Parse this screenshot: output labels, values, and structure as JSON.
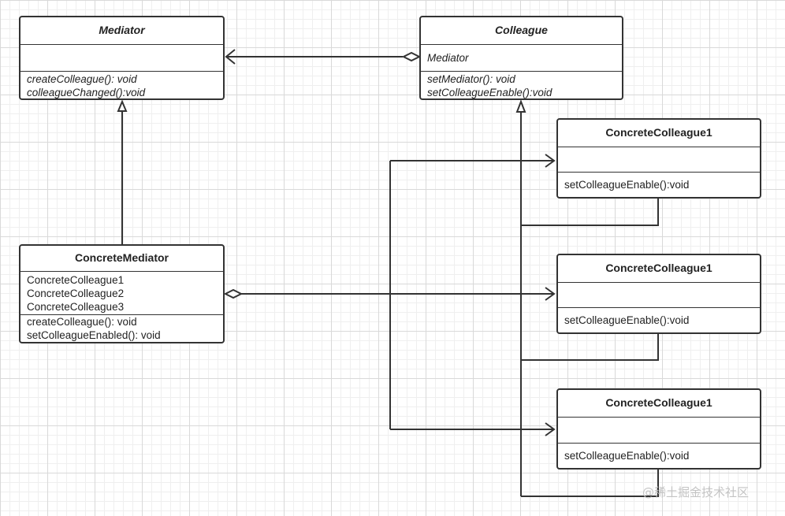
{
  "mediator": {
    "name": "Mediator",
    "attributes": [],
    "methods": [
      "createColleague():  void",
      "colleagueChanged():void"
    ]
  },
  "colleague": {
    "name": "Colleague",
    "attributes": [
      "Mediator"
    ],
    "methods": [
      "setMediator(): void",
      "setColleagueEnable():void"
    ]
  },
  "concrete_mediator": {
    "name": "ConcreteMediator",
    "attributes": [
      "ConcreteColleague1",
      "ConcreteColleague2",
      "ConcreteColleague3"
    ],
    "methods": [
      "createColleague():  void",
      "setColleagueEnabled():  void"
    ]
  },
  "concrete_colleagues": [
    {
      "name": "ConcreteColleague1",
      "methods": [
        "setColleagueEnable():void"
      ]
    },
    {
      "name": "ConcreteColleague1",
      "methods": [
        "setColleagueEnable():void"
      ]
    },
    {
      "name": "ConcreteColleague1",
      "methods": [
        "setColleagueEnable():void"
      ]
    }
  ],
  "watermark": "@稀土掘金技术社区",
  "colors": {
    "border": "#333333",
    "grid": "#d9d9d9",
    "watermark": "#c4c4c4"
  }
}
